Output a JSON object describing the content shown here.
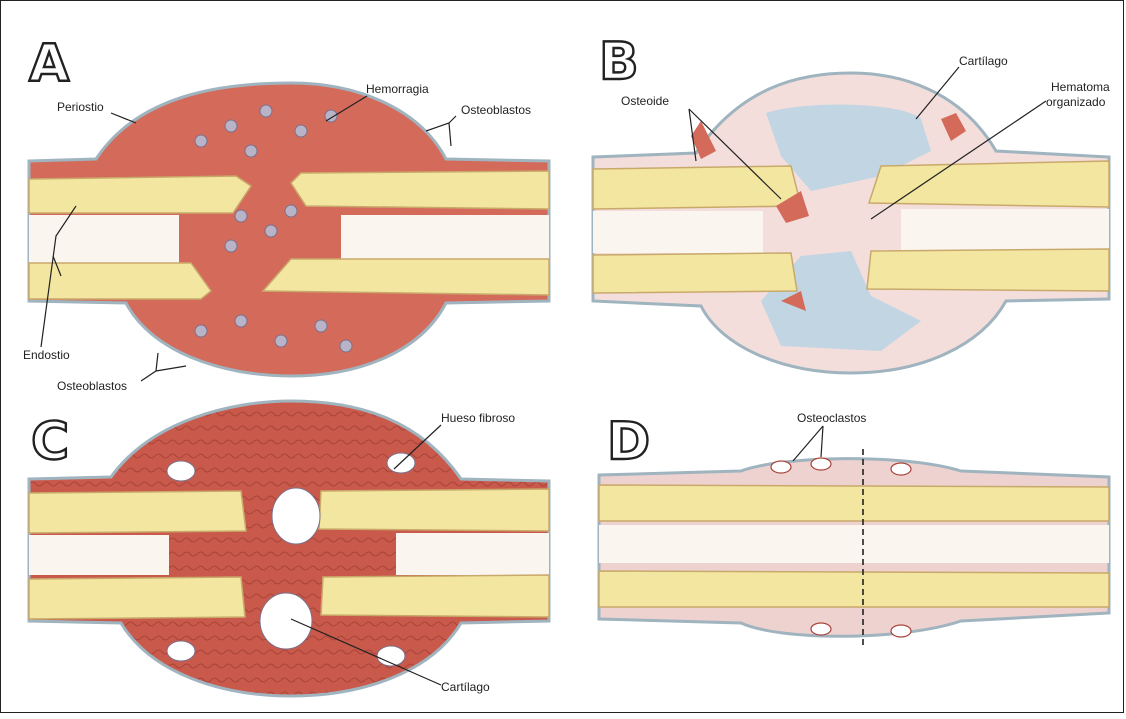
{
  "panels": [
    {
      "letter": "A",
      "labels": {
        "periostio": "Periostio",
        "hemorragia": "Hemorragia",
        "osteoblastos_top": "Osteoblastos",
        "endostio": "Endostio",
        "osteoblastos_bottom": "Osteoblastos"
      }
    },
    {
      "letter": "B",
      "labels": {
        "osteoide": "Osteoide",
        "cartilago": "Cartílago",
        "hematoma_1": "Hematoma",
        "hematoma_2": "organizado"
      }
    },
    {
      "letter": "C",
      "labels": {
        "hueso_fibroso": "Hueso fibroso",
        "cartilago": "Cartílago"
      }
    },
    {
      "letter": "D",
      "labels": {
        "osteoclastos": "Osteoclastos"
      }
    }
  ],
  "colors": {
    "bone": "#f3e6a0",
    "bone_edge": "#c9a96b",
    "hematoma": "#d46a5a",
    "fibrous": "#c9594a",
    "cartilage": "#bcd4e3",
    "periosteum": "#9fb4bf",
    "marrow": "#fbf5ef",
    "tissue_pink": "#eed2d0"
  }
}
